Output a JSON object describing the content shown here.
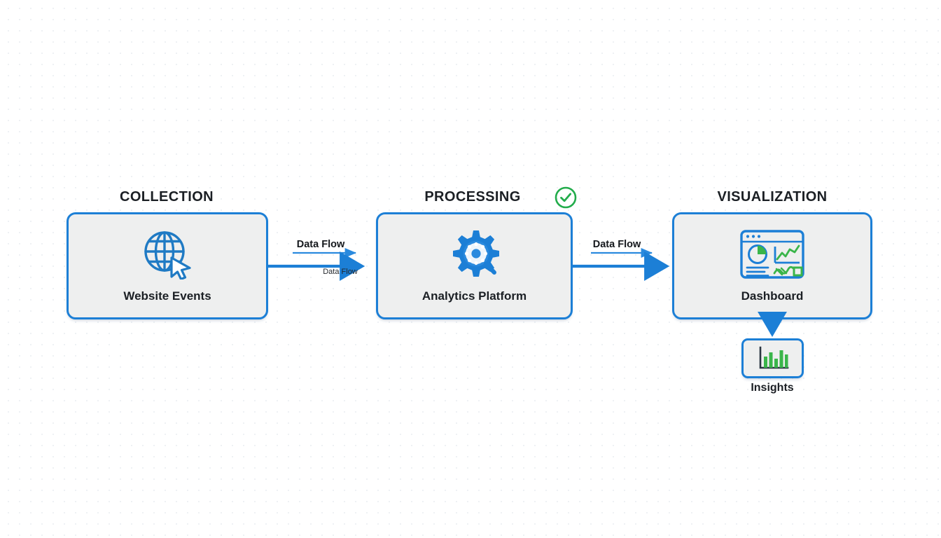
{
  "diagram": {
    "type": "flowchart",
    "orientation": "left-to-right",
    "accent_color": "#1c7fd6",
    "node_fill_color": "#eeefef",
    "success_color": "#22ac4b",
    "text_color": "#1b1f24",
    "background_color": "#ffffff"
  },
  "stages": [
    {
      "id": "collection",
      "title": "COLLECTION"
    },
    {
      "id": "processing",
      "title": "PROCESSING"
    },
    {
      "id": "visualization",
      "title": "VISUALIZATION"
    }
  ],
  "nodes": [
    {
      "id": "website-events",
      "label": "Website Events",
      "icon": "globe-cursor-icon"
    },
    {
      "id": "analytics-platform",
      "label": "Analytics Platform",
      "icon": "gear-magnifier-icon"
    },
    {
      "id": "dashboard",
      "label": "Dashboard",
      "icon": "dashboard-window-icon"
    },
    {
      "id": "insights",
      "label": "Insights",
      "icon": "bar-chart-icon"
    }
  ],
  "edges": [
    {
      "id": "collection-to-processing",
      "from": "website-events",
      "to": "analytics-platform",
      "primary_label": "Data Flow",
      "secondary_label": "Data Flow",
      "direction": "right"
    },
    {
      "id": "processing-to-visualization",
      "from": "analytics-platform",
      "to": "dashboard",
      "primary_label": "Data Flow",
      "secondary_label": "",
      "direction": "right"
    },
    {
      "id": "dashboard-to-insights",
      "from": "dashboard",
      "to": "insights",
      "primary_label": "",
      "secondary_label": "",
      "direction": "down"
    }
  ],
  "status": {
    "id": "processing-status",
    "icon": "check-circle-icon",
    "state": "success"
  }
}
